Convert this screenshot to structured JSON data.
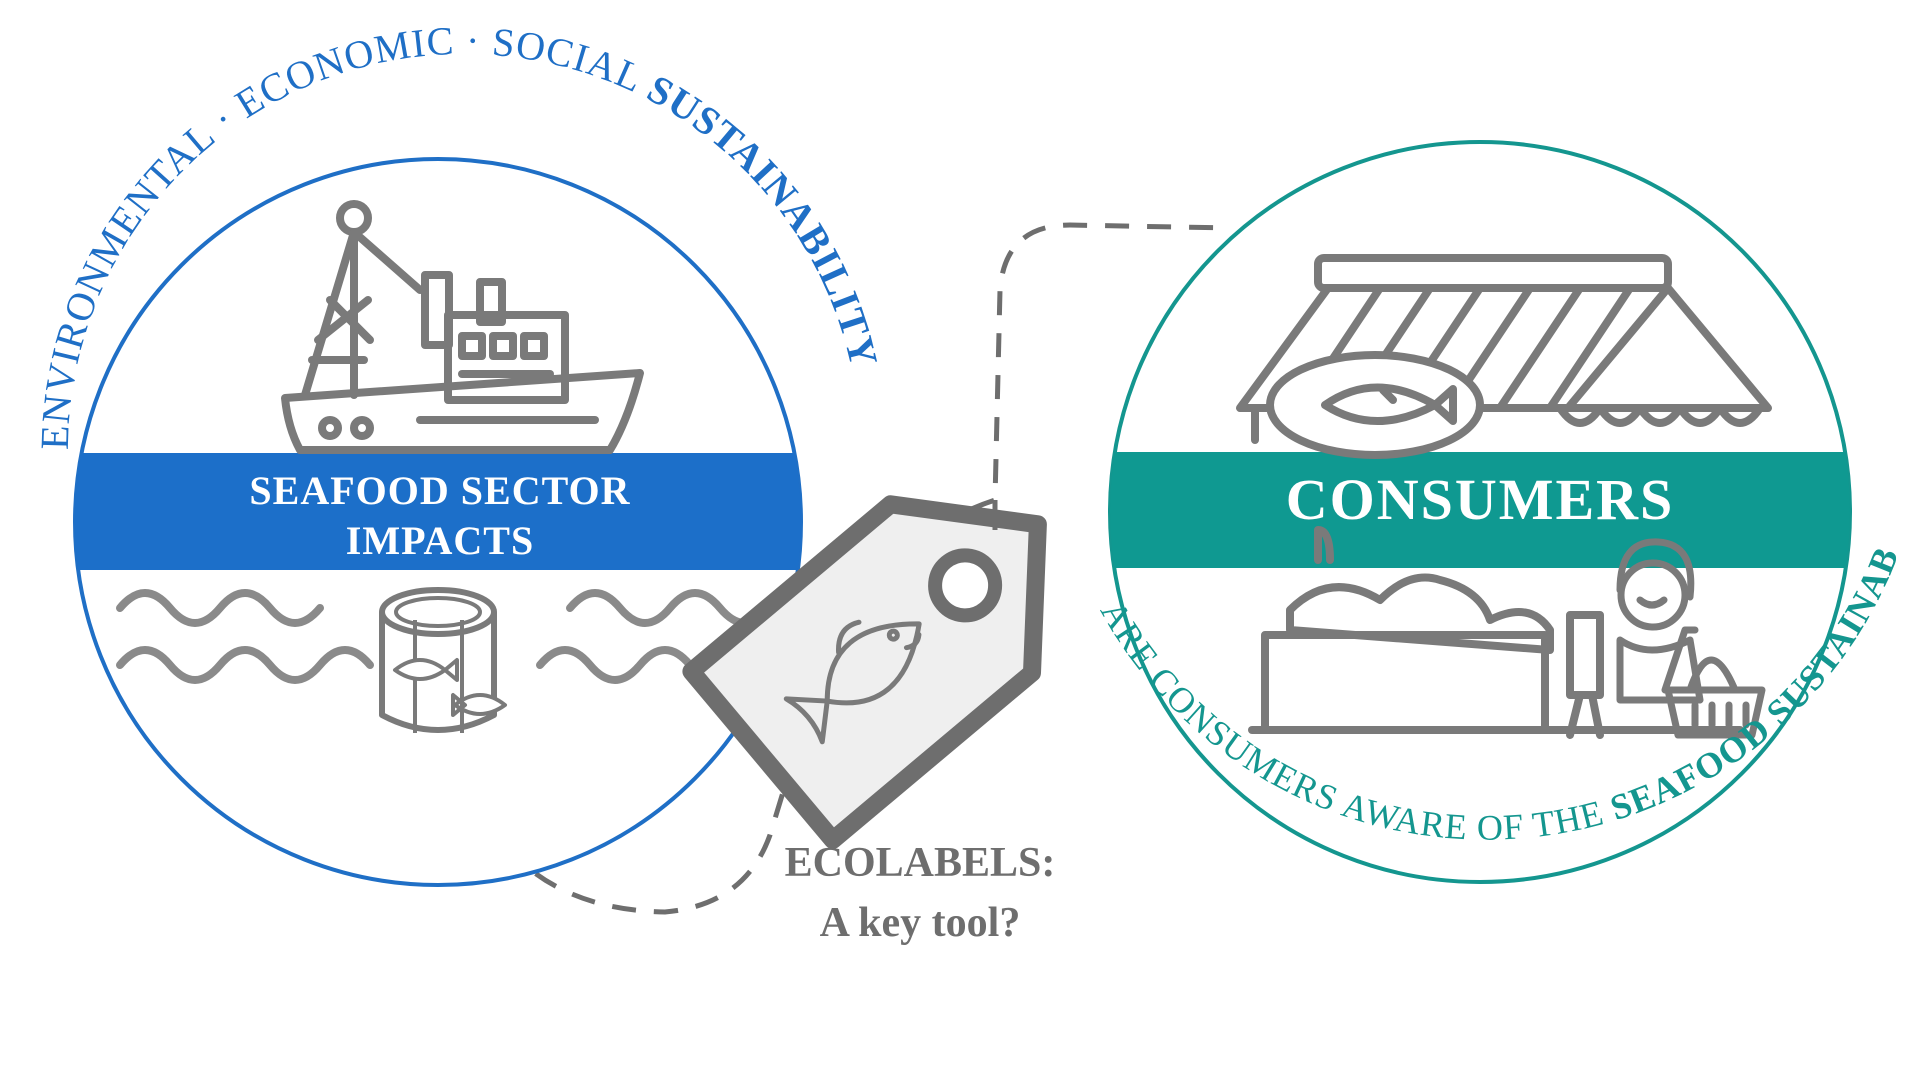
{
  "colors": {
    "blue": "#1f6fc6",
    "blue_band": "#1c6fc9",
    "teal": "#14968f",
    "teal_band": "#0f9991",
    "gray": "#7a7a7a",
    "light_gray": "#eeeeee"
  },
  "left_circle": {
    "arc_text_regular": "ENVIRONMENTAL · ECONOMIC · SOCIAL ",
    "arc_text_bold": "SUSTAINABILITY",
    "band_line1": "SEAFOOD SECTOR",
    "band_line2": "IMPACTS",
    "icons": [
      "fishing-boat-icon",
      "waves-icon",
      "fish-farm-cage-icon"
    ]
  },
  "right_circle": {
    "band_text": "CONSUMERS",
    "arc_text_regular": "ARE CONSUMERS AWARE OF THE ",
    "arc_text_bold": "SEAFOOD SUSTAINABILITY",
    "arc_text_end": "?",
    "icons": [
      "market-stall-icon",
      "shopper-with-basket-icon"
    ]
  },
  "center": {
    "icon": "fish-price-tag-icon",
    "label_line1": "ECOLABELS:",
    "label_line2": "A key tool?"
  }
}
